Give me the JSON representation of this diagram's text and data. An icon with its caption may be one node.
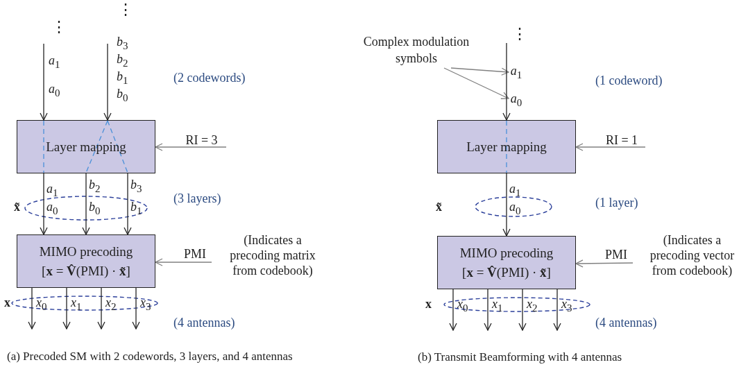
{
  "diagram": {
    "nodes": [
      {
        "text": [
          "Layer mapping"
        ]
      },
      {
        "text": [
          "MIMO precoding",
          "[**x** = **V̂**(PMI) · **x̃**]"
        ]
      },
      {
        "text": [
          "RI = 3"
        ]
      },
      {
        "text": [
          "PMI"
        ]
      },
      {
        "text": [
          "Complex modulation symbols"
        ]
      },
      {
        "text": [
          "*a*$_{1}$"
        ]
      },
      {
        "text": [
          "*a*$_{0}$"
        ]
      },
      {
        "text": [
          "Layer mapping"
        ]
      },
      {
        "text": [
          "MIMO precoding",
          "[**x** = **V̂**(PMI) · **x̃**]"
        ]
      },
      {
        "text": [
          "RI = 1"
        ]
      },
      {
        "text": [
          "PMI"
        ]
      }
    ],
    "edges": [
      {
        "from": null,
        "to": 0,
        "arrow": "to"
      },
      {
        "from": null,
        "to": 0,
        "arrow": "to"
      },
      {
        "from": 2,
        "to": 0,
        "arrow": "to",
        "color": "#808080"
      },
      {
        "from": 0,
        "to": 1,
        "arrow": "to"
      },
      {
        "from": 0,
        "to": 1,
        "arrow": "to"
      },
      {
        "from": 0,
        "to": 1,
        "arrow": "to"
      },
      {
        "from": 3,
        "to": 1,
        "arrow": "to",
        "color": "#808080"
      },
      {
        "from": 1,
        "to": null,
        "arrow": "to"
      },
      {
        "from": 1,
        "to": null,
        "arrow": "to"
      },
      {
        "from": 1,
        "to": null,
        "arrow": "to"
      },
      {
        "from": 1,
        "to": null,
        "arrow": "to"
      },
      {
        "from": 4,
        "to": 5,
        "arrow": "to",
        "color": "#808080"
      },
      {
        "from": 4,
        "to": 6,
        "arrow": "to",
        "color": "#808080"
      },
      {
        "from": null,
        "to": 7,
        "arrow": "to"
      },
      {
        "from": 9,
        "to": 7,
        "arrow": "to",
        "color": "#808080"
      },
      {
        "from": 7,
        "to": 8,
        "arrow": "to"
      },
      {
        "from": 10,
        "to": 8,
        "arrow": "to",
        "color": "#808080"
      },
      {
        "from": 8,
        "to": null,
        "arrow": "to"
      },
      {
        "from": 8,
        "to": null,
        "arrow": "to"
      },
      {
        "from": 8,
        "to": null,
        "arrow": "to"
      },
      {
        "from": 8,
        "to": null,
        "arrow": "to"
      }
    ],
    "labels": [
      "⋮",
      "⋮",
      "*b*$_{3}$",
      "*a*$_{1}$",
      "*b*$_{2}$",
      "*b*$_{1}$",
      "(2 codewords)",
      "*a*$_{0}$",
      "*b*$_{0}$",
      "⋮",
      "(1 codeword)",
      "*a*$_{1}$",
      "*b*$_{2}$",
      "*b*$_{3}$",
      "(3 layers)",
      "x̃",
      "*a*$_{0}$",
      "*b*$_{0}$",
      "*b*$_{1}$",
      "*a*$_{1}$",
      "x̃",
      "*a*$_{0}$",
      "(1 layer)",
      "(Indicates a precoding matrix from codebook)",
      "(Indicates a precoding vector from codebook)",
      "x",
      "*x*$_{0}$",
      "*x*$_{1}$",
      "*x*$_{2}$",
      "*x*$_{3}$",
      "(4 antennas)",
      "x",
      "*x*$_{0}$",
      "*x*$_{1}$",
      "*x*$_{2}$",
      "*x*$_{3}$",
      "(4 antennas)",
      "(a) Precoded SM with 2 codewords, 3 layers, and 4 antennas",
      "(b) Transmit Beamforming with 4 antennas"
    ]
  }
}
